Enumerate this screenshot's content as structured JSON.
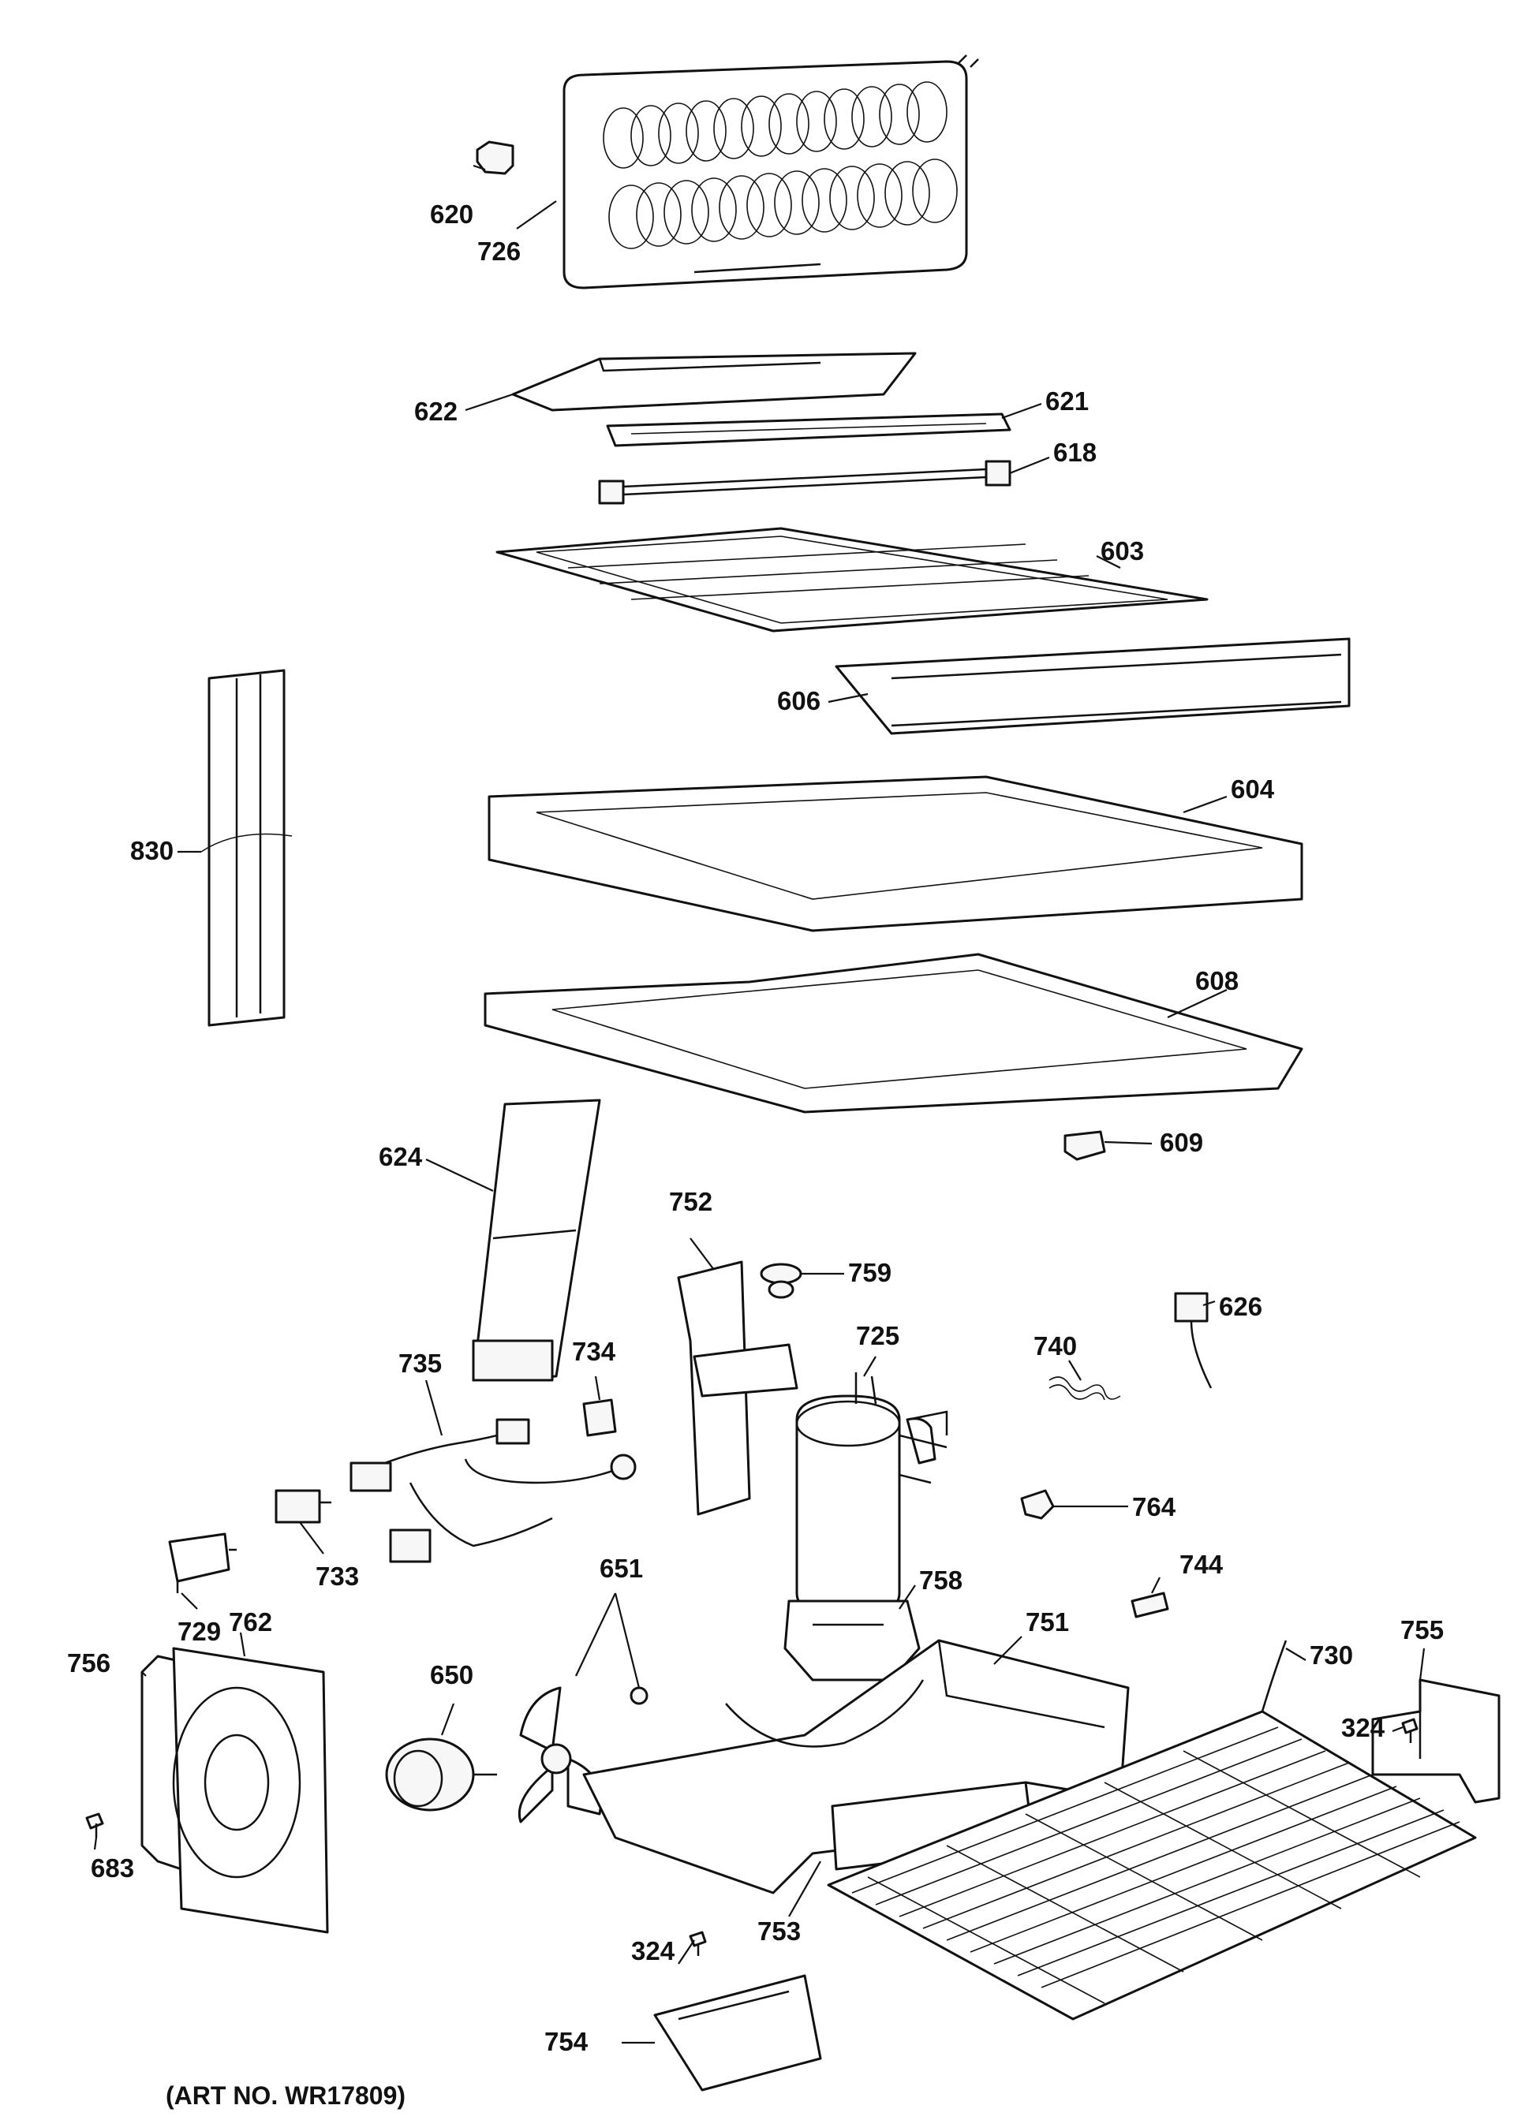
{
  "art_number": "(ART NO. WR17809)",
  "parts": [
    {
      "id": "620"
    },
    {
      "id": "726"
    },
    {
      "id": "622"
    },
    {
      "id": "621"
    },
    {
      "id": "618"
    },
    {
      "id": "603"
    },
    {
      "id": "606"
    },
    {
      "id": "604"
    },
    {
      "id": "830"
    },
    {
      "id": "608"
    },
    {
      "id": "609"
    },
    {
      "id": "624"
    },
    {
      "id": "752"
    },
    {
      "id": "759"
    },
    {
      "id": "626"
    },
    {
      "id": "735"
    },
    {
      "id": "734"
    },
    {
      "id": "725"
    },
    {
      "id": "740"
    },
    {
      "id": "733"
    },
    {
      "id": "764"
    },
    {
      "id": "729"
    },
    {
      "id": "762"
    },
    {
      "id": "651"
    },
    {
      "id": "758"
    },
    {
      "id": "744"
    },
    {
      "id": "650"
    },
    {
      "id": "751"
    },
    {
      "id": "755"
    },
    {
      "id": "756"
    },
    {
      "id": "730"
    },
    {
      "id": "324"
    },
    {
      "id": "683"
    },
    {
      "id": "753"
    },
    {
      "id": "324"
    },
    {
      "id": "754"
    }
  ]
}
